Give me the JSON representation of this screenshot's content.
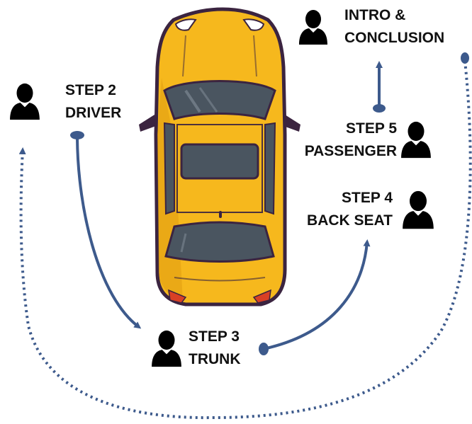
{
  "steps": {
    "intro": {
      "line1": "INTRO &",
      "line2": "CONCLUSION"
    },
    "step2": {
      "line1": "STEP 2",
      "line2": "DRIVER"
    },
    "step3": {
      "line1": "STEP 3",
      "line2": "TRUNK"
    },
    "step4": {
      "line1": "STEP 4",
      "line2": "BACK SEAT"
    },
    "step5": {
      "line1": "STEP 5",
      "line2": "PASSENGER"
    }
  },
  "colors": {
    "arrow": "#3d5a8c",
    "car_body": "#f6b81d",
    "car_outline": "#3b2440",
    "glass": "#4a5560",
    "person": "#000000"
  },
  "icons": [
    "person-icon",
    "car-icon"
  ]
}
